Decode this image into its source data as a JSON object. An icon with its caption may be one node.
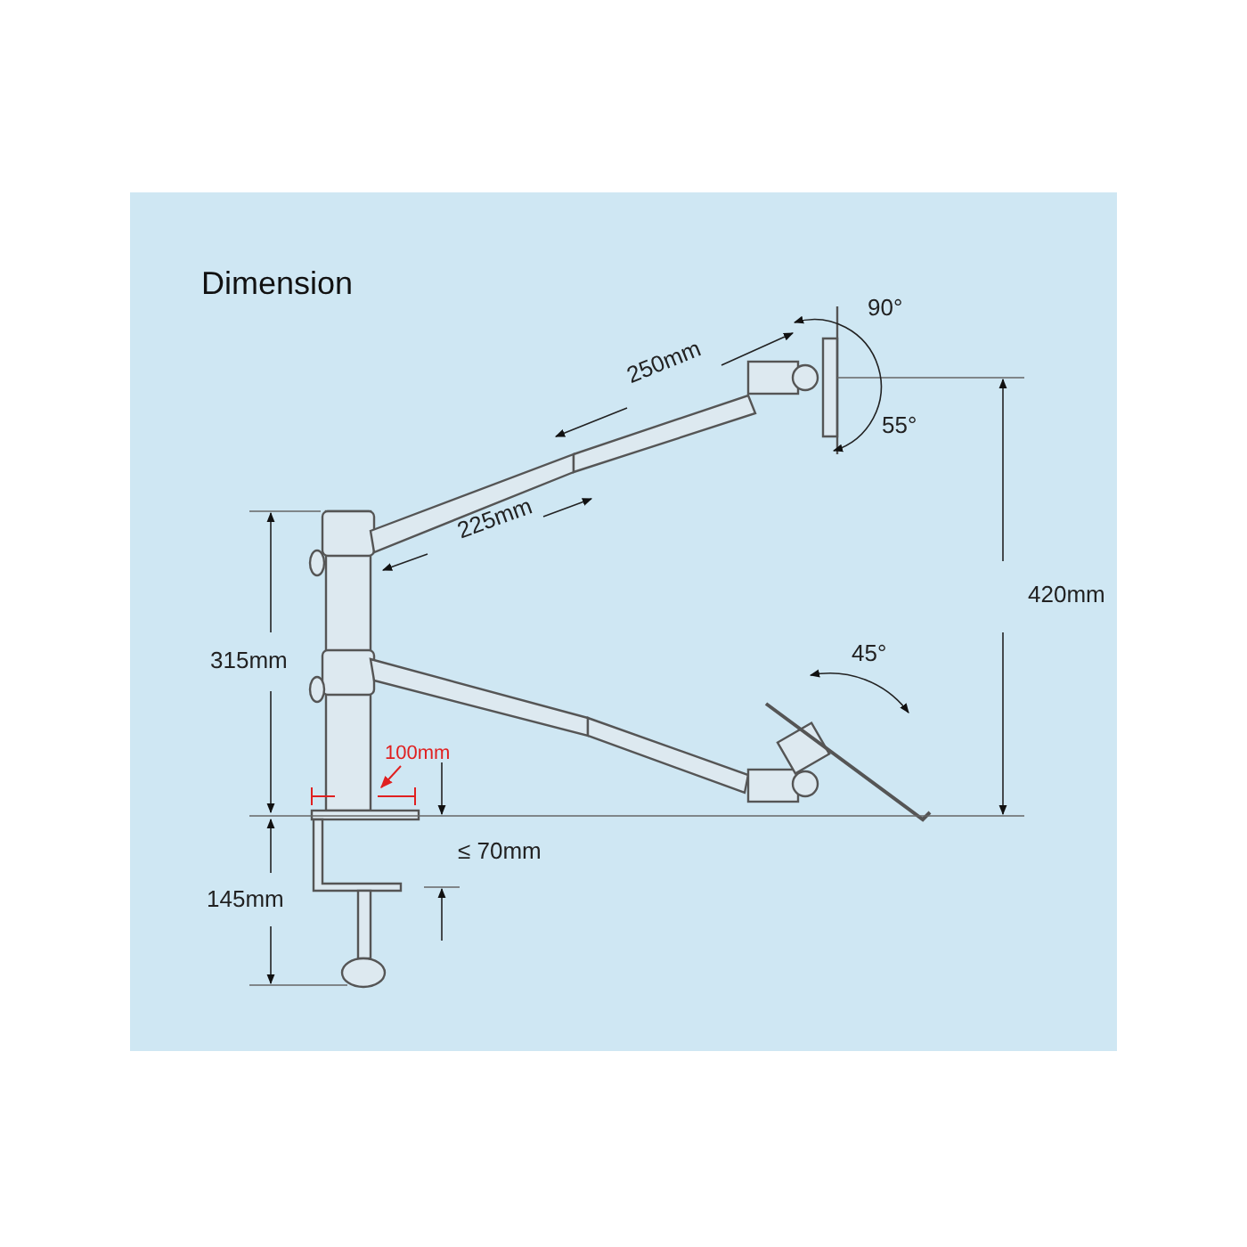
{
  "diagram": {
    "title": "Dimension",
    "labels": [
      "90°",
      "250mm",
      "55°",
      "225mm",
      "420mm",
      "315mm",
      "45°",
      "100mm",
      "≤ 70mm",
      "145mm"
    ]
  }
}
